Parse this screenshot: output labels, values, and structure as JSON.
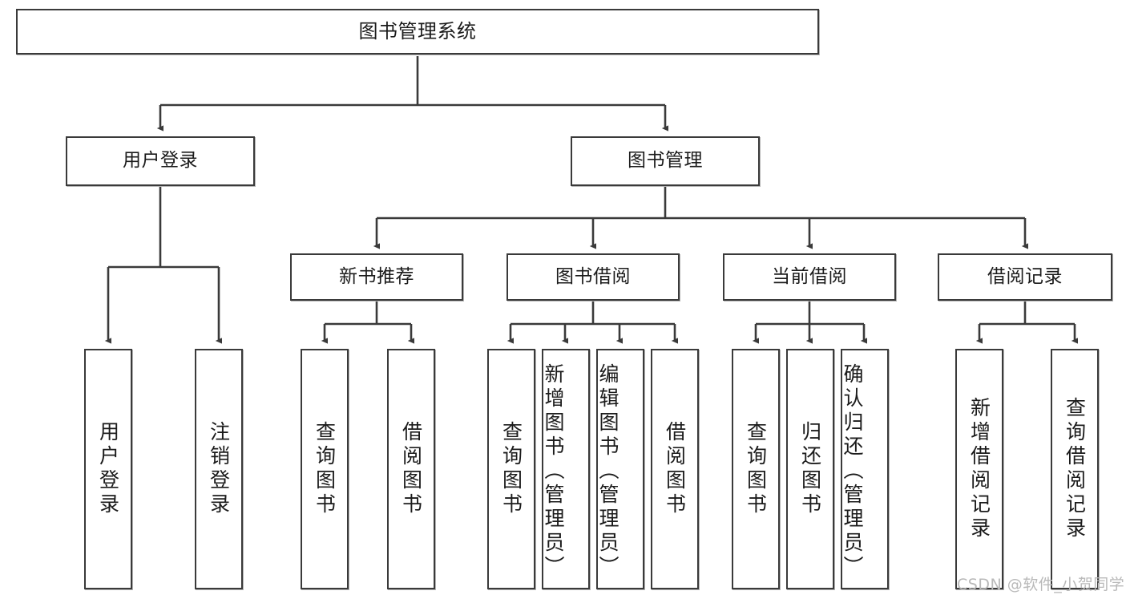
{
  "diagram": {
    "title": "图书管理系统",
    "type": "tree-hierarchy",
    "colors": {
      "box_border": "#3a3a3a",
      "box_fill": "#ffffff",
      "connector": "#3a3a3a",
      "text": "#1b1b1b",
      "watermark": "#b9b9b9",
      "background": "#ffffff"
    }
  },
  "nodes": {
    "root": {
      "label": "图书管理系统"
    },
    "level2": [
      {
        "label": "用户登录"
      },
      {
        "label": "图书管理"
      }
    ],
    "level3": [
      {
        "label": "新书推荐"
      },
      {
        "label": "图书借阅"
      },
      {
        "label": "当前借阅"
      },
      {
        "label": "借阅记录"
      }
    ],
    "leaves_user_login": [
      {
        "label": "用户登录"
      },
      {
        "label": "注销登录"
      }
    ],
    "leaves_new_book": [
      {
        "label": "查询图书"
      },
      {
        "label": "借阅图书"
      }
    ],
    "leaves_borrow": [
      {
        "label": "查询图书"
      },
      {
        "label": "新增图书（管理员）"
      },
      {
        "label": "编辑图书（管理员）"
      },
      {
        "label": "借阅图书"
      }
    ],
    "leaves_current": [
      {
        "label": "查询图书"
      },
      {
        "label": "归还图书"
      },
      {
        "label": "确认归还（管理员）"
      }
    ],
    "leaves_records": [
      {
        "label": "新增借阅记录"
      },
      {
        "label": "查询借阅记录"
      }
    ]
  },
  "watermark": {
    "text": "CSDN @软件_小贺同学"
  }
}
